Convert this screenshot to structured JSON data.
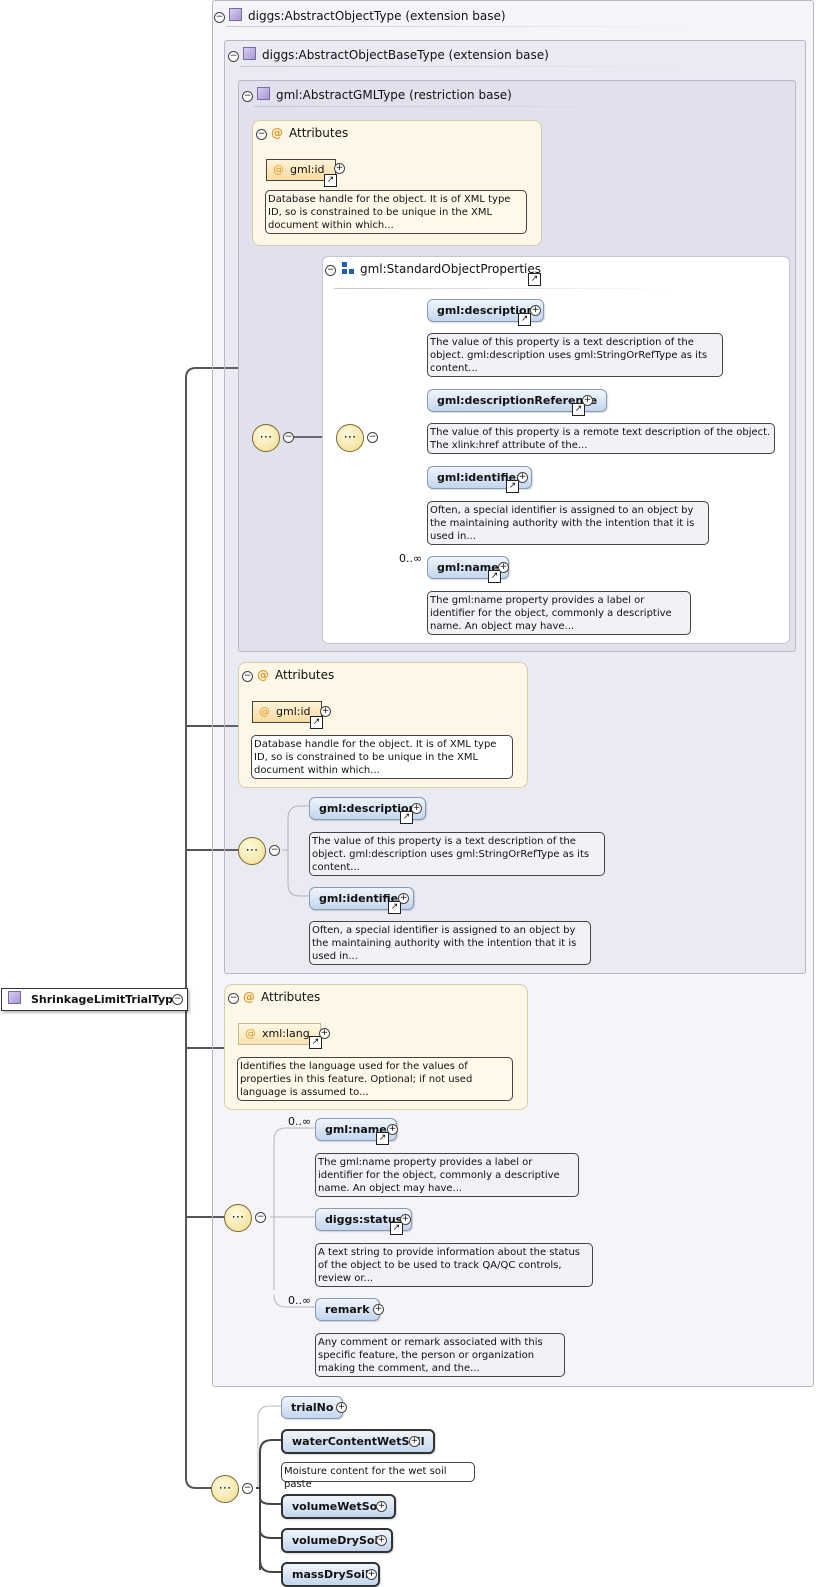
{
  "root": {
    "label": "ShrinkageLimitTrialType"
  },
  "types": {
    "abstract_object": "diggs:AbstractObjectType (extension base)",
    "abstract_object_base": "diggs:AbstractObjectBaseType (extension base)",
    "abstract_gml": "gml:AbstractGMLType (restriction base)"
  },
  "attributes_label": "Attributes",
  "gml_attrs": {
    "id_label": "gml:id",
    "id_doc": "Database handle for the object. It is of XML type ID, so is constrained to be unique in the XML document within which..."
  },
  "standard_props": {
    "title": "gml:StandardObjectProperties",
    "description": {
      "label": "gml:description",
      "doc": "The value of this property is a text description of the object. gml:description uses gml:StringOrRefType as its content..."
    },
    "description_reference": {
      "label": "gml:descriptionReference",
      "doc": "The value of this property is a remote text description of the object. The xlink:href attribute of the..."
    },
    "identifier": {
      "label": "gml:identifier",
      "doc": "Often, a special identifier is assigned to an object by the maintaining authority with the intention that it is used in..."
    },
    "name": {
      "label": "gml:name",
      "occurs": "0..∞",
      "doc": "The gml:name property provides a label or identifier for the object, commonly a descriptive name. An object may have..."
    }
  },
  "base_attrs": {
    "id_label": "gml:id",
    "id_doc": "Database handle for the object. It is of XML type ID, so is constrained to be unique in the XML document within which..."
  },
  "base_seq": {
    "description": {
      "label": "gml:description",
      "doc": "The value of this property is a text description of the object. gml:description uses gml:StringOrRefType as its content..."
    },
    "identifier": {
      "label": "gml:identifier",
      "doc": "Often, a special identifier is assigned to an object by the maintaining authority with the intention that it is used in..."
    }
  },
  "object_attrs": {
    "lang_label": "xml:lang",
    "lang_doc": "Identifies the language used for the values of properties in this feature. Optional; if not used language is assumed to..."
  },
  "object_seq": {
    "name": {
      "label": "gml:name",
      "occurs": "0..∞",
      "doc": "The gml:name property provides a label or identifier for the object, commonly a descriptive name. An object may have..."
    },
    "status": {
      "label": "diggs:status",
      "doc": "A text string to provide information about the status of the object to be used to track QA/QC controls, review or..."
    },
    "remark": {
      "label": "remark",
      "occurs": "0..∞",
      "doc": "Any comment or remark associated with this specific feature, the person or organization making the comment, and the..."
    }
  },
  "trial_seq": {
    "trial_no": {
      "label": "trialNo"
    },
    "water_content": {
      "label": "waterContentWetSoil",
      "doc": "Moisture content for the wet soil paste"
    },
    "volume_wet": {
      "label": "volumeWetSoil"
    },
    "volume_dry": {
      "label": "volumeDrySoil"
    },
    "mass_dry": {
      "label": "massDrySoil"
    }
  }
}
